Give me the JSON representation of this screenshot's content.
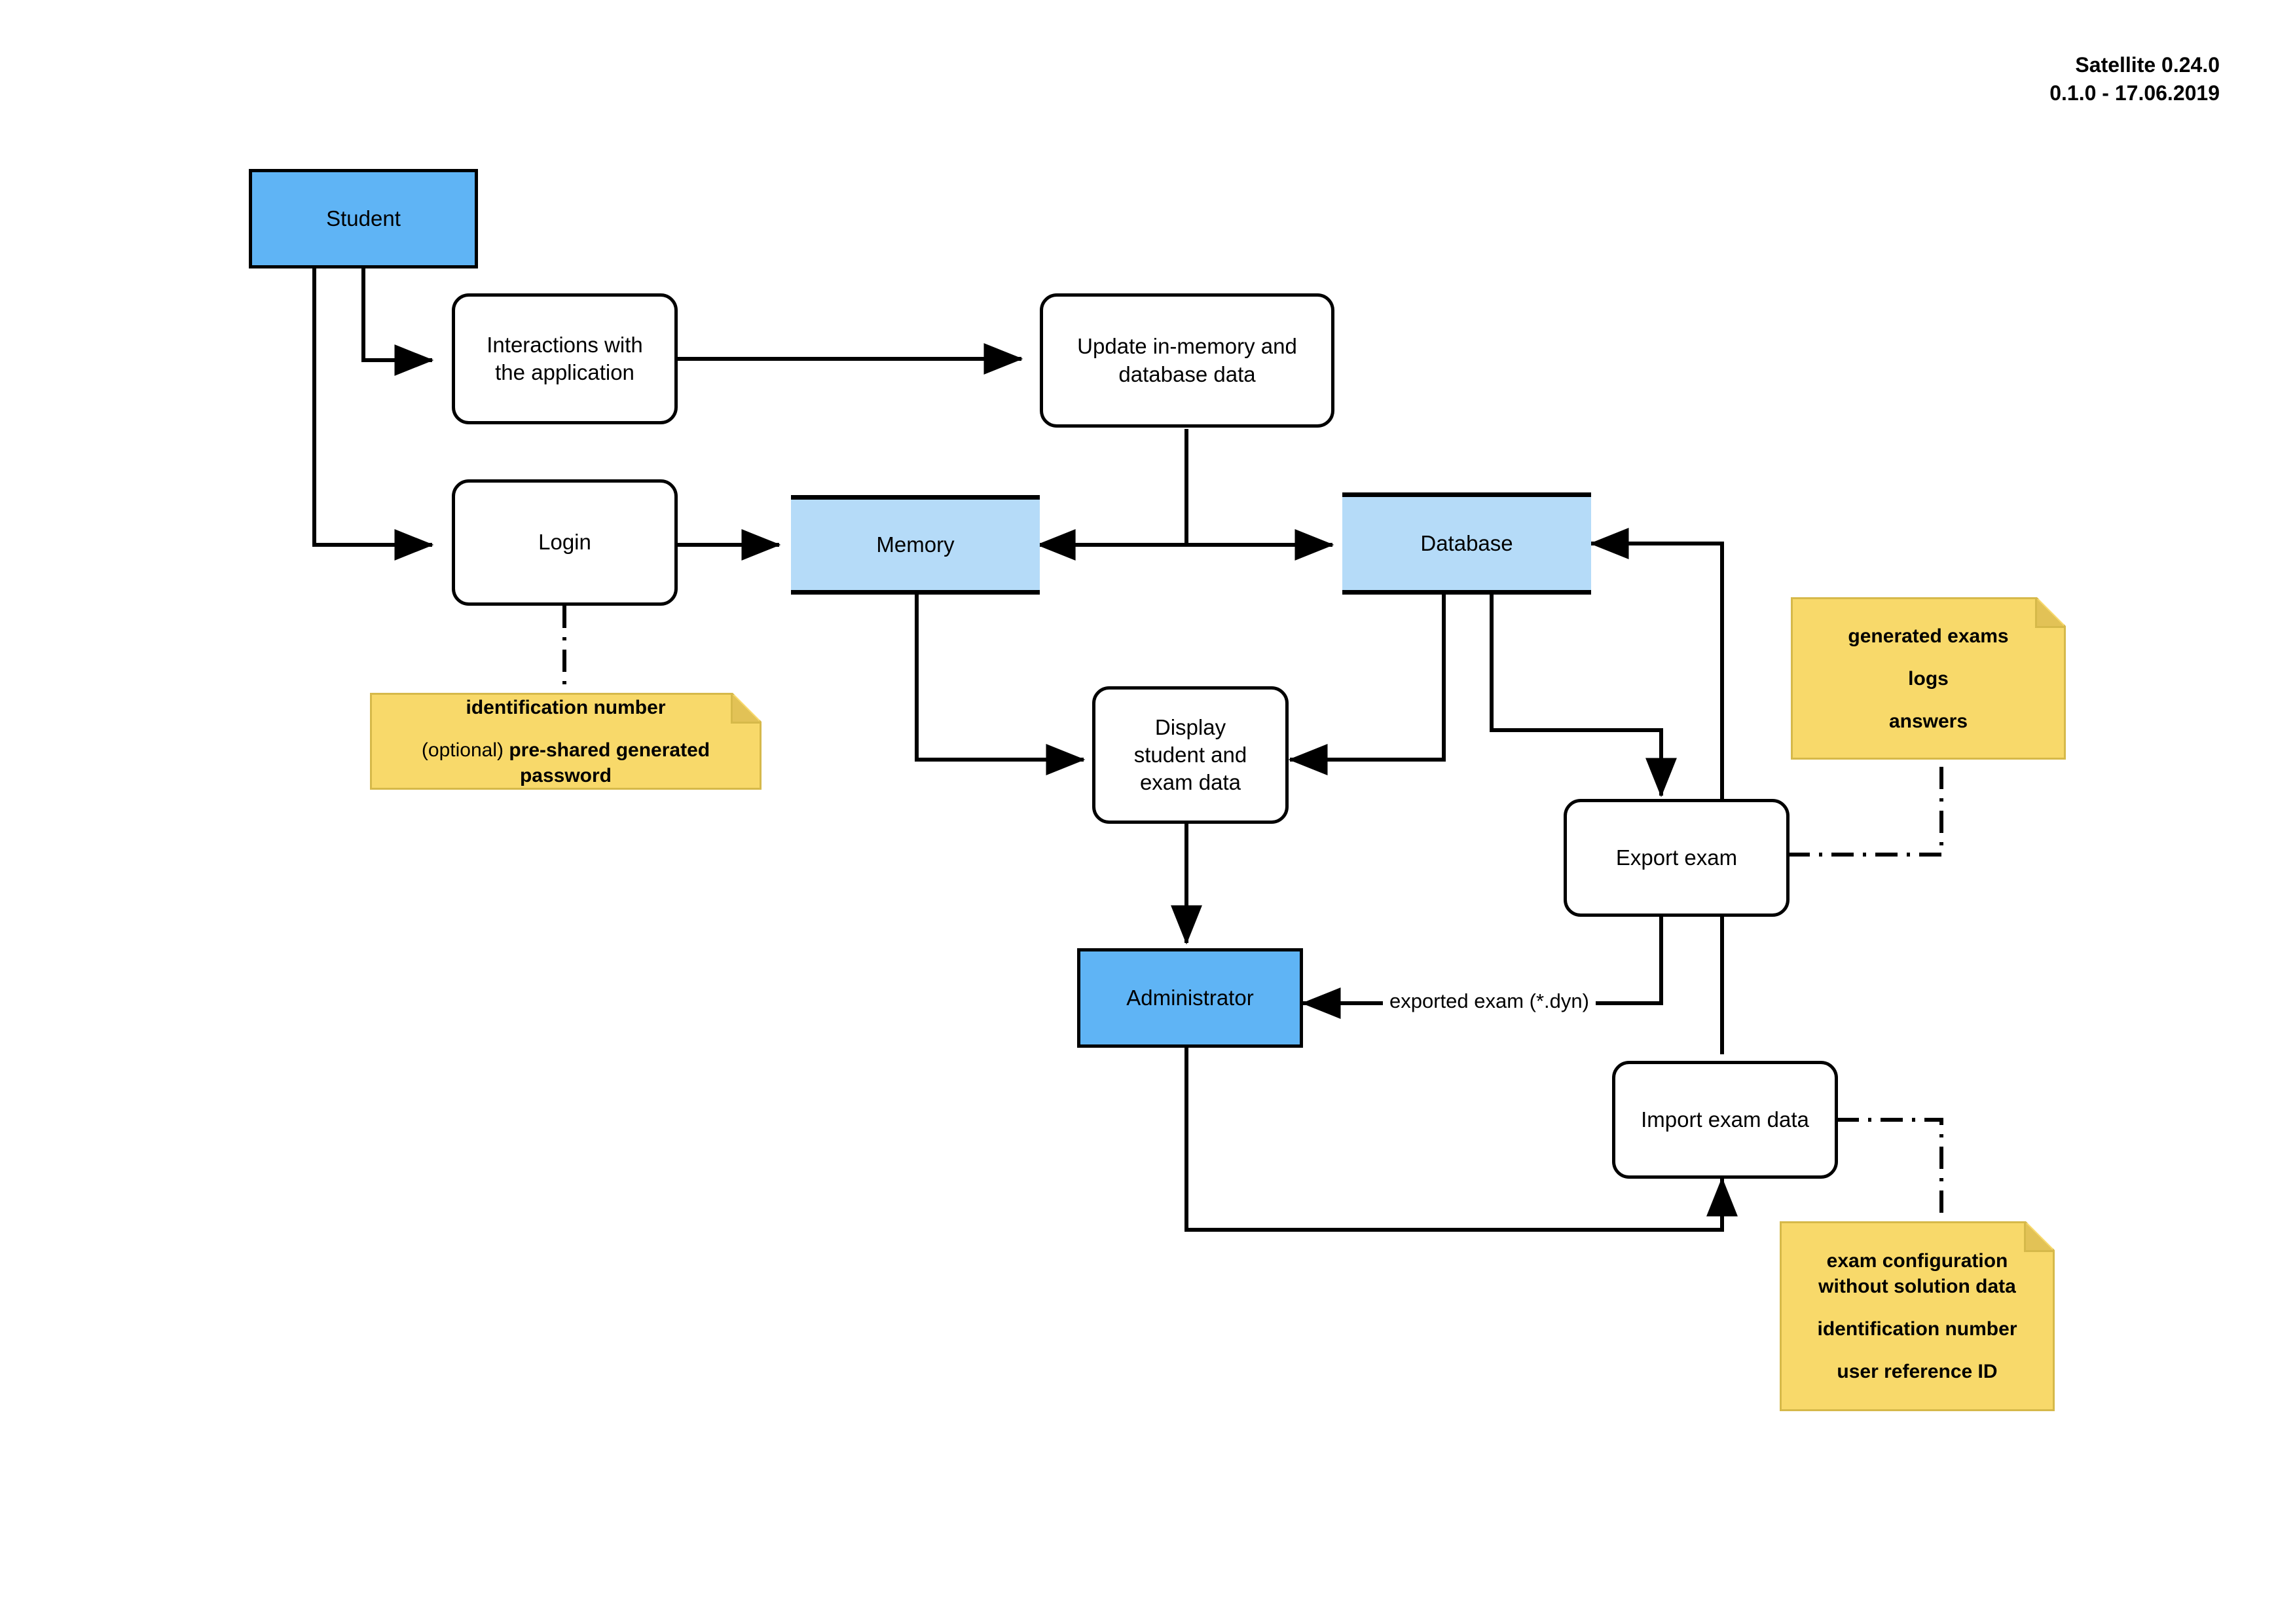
{
  "header": {
    "product": "Satellite 0.24.0",
    "revision": "0.1.0 - 17.06.2019"
  },
  "diagram": {
    "type": "data-flow-diagram",
    "colors": {
      "actor_fill": "#5FB4F5",
      "store_fill": "#B5DBF8",
      "note_fill": "#F8D96A",
      "note_border": "#D6B94A",
      "stroke": "#000000",
      "background": "#FFFFFF"
    },
    "nodes": [
      {
        "id": "student",
        "label": "Student",
        "shape": "actor"
      },
      {
        "id": "interactions",
        "label": "Interactions with\nthe application",
        "shape": "process",
        "line1": "Interactions with",
        "line2": "the application"
      },
      {
        "id": "update",
        "label": "Update in-memory and\ndatabase data",
        "shape": "process",
        "line1": "Update in-memory and",
        "line2": "database data"
      },
      {
        "id": "login",
        "label": "Login",
        "shape": "process"
      },
      {
        "id": "memory",
        "label": "Memory",
        "shape": "store"
      },
      {
        "id": "database",
        "label": "Database",
        "shape": "store"
      },
      {
        "id": "display",
        "label": "Display\nstudent and\nexam data",
        "shape": "process",
        "line1": "Display",
        "line2": "student and",
        "line3": "exam data"
      },
      {
        "id": "export",
        "label": "Export exam",
        "shape": "process"
      },
      {
        "id": "administrator",
        "label": "Administrator",
        "shape": "actor"
      },
      {
        "id": "import",
        "label": "Import exam data",
        "shape": "process"
      }
    ],
    "notes": [
      {
        "id": "note-login",
        "attached_to": "login",
        "lines": [
          {
            "text": "identification number",
            "bold": true
          },
          {
            "prefix": "(optional) ",
            "text": "pre-shared generated password",
            "bold": true
          }
        ],
        "line1": "identification number",
        "line2_prefix": "(optional) ",
        "line2_bold": "pre-shared generated",
        "line3_bold": "password"
      },
      {
        "id": "note-export",
        "attached_to": "export",
        "line1": "generated exams",
        "line2": "logs",
        "line3": "answers"
      },
      {
        "id": "note-import",
        "attached_to": "import",
        "line1": "exam configuration",
        "line2": "without solution data",
        "line3": "identification number",
        "line4": "user reference ID"
      }
    ],
    "edges": [
      {
        "from": "student",
        "to": "interactions",
        "label": ""
      },
      {
        "from": "student",
        "to": "login",
        "label": ""
      },
      {
        "from": "interactions",
        "to": "update",
        "label": ""
      },
      {
        "from": "login",
        "to": "memory",
        "label": ""
      },
      {
        "from": "update",
        "to": "memory",
        "label": ""
      },
      {
        "from": "update",
        "to": "database",
        "label": ""
      },
      {
        "from": "memory",
        "to": "display",
        "label": ""
      },
      {
        "from": "database",
        "to": "display",
        "label": ""
      },
      {
        "from": "database",
        "to": "export",
        "label": ""
      },
      {
        "from": "display",
        "to": "administrator",
        "label": ""
      },
      {
        "from": "export",
        "to": "administrator",
        "label": "exported exam (*.dyn)"
      },
      {
        "from": "administrator",
        "to": "import",
        "label": ""
      },
      {
        "from": "import",
        "to": "database",
        "label": ""
      }
    ],
    "edge_labels": [
      {
        "id": "exported-exam",
        "text": "exported exam (*.dyn)"
      }
    ]
  }
}
